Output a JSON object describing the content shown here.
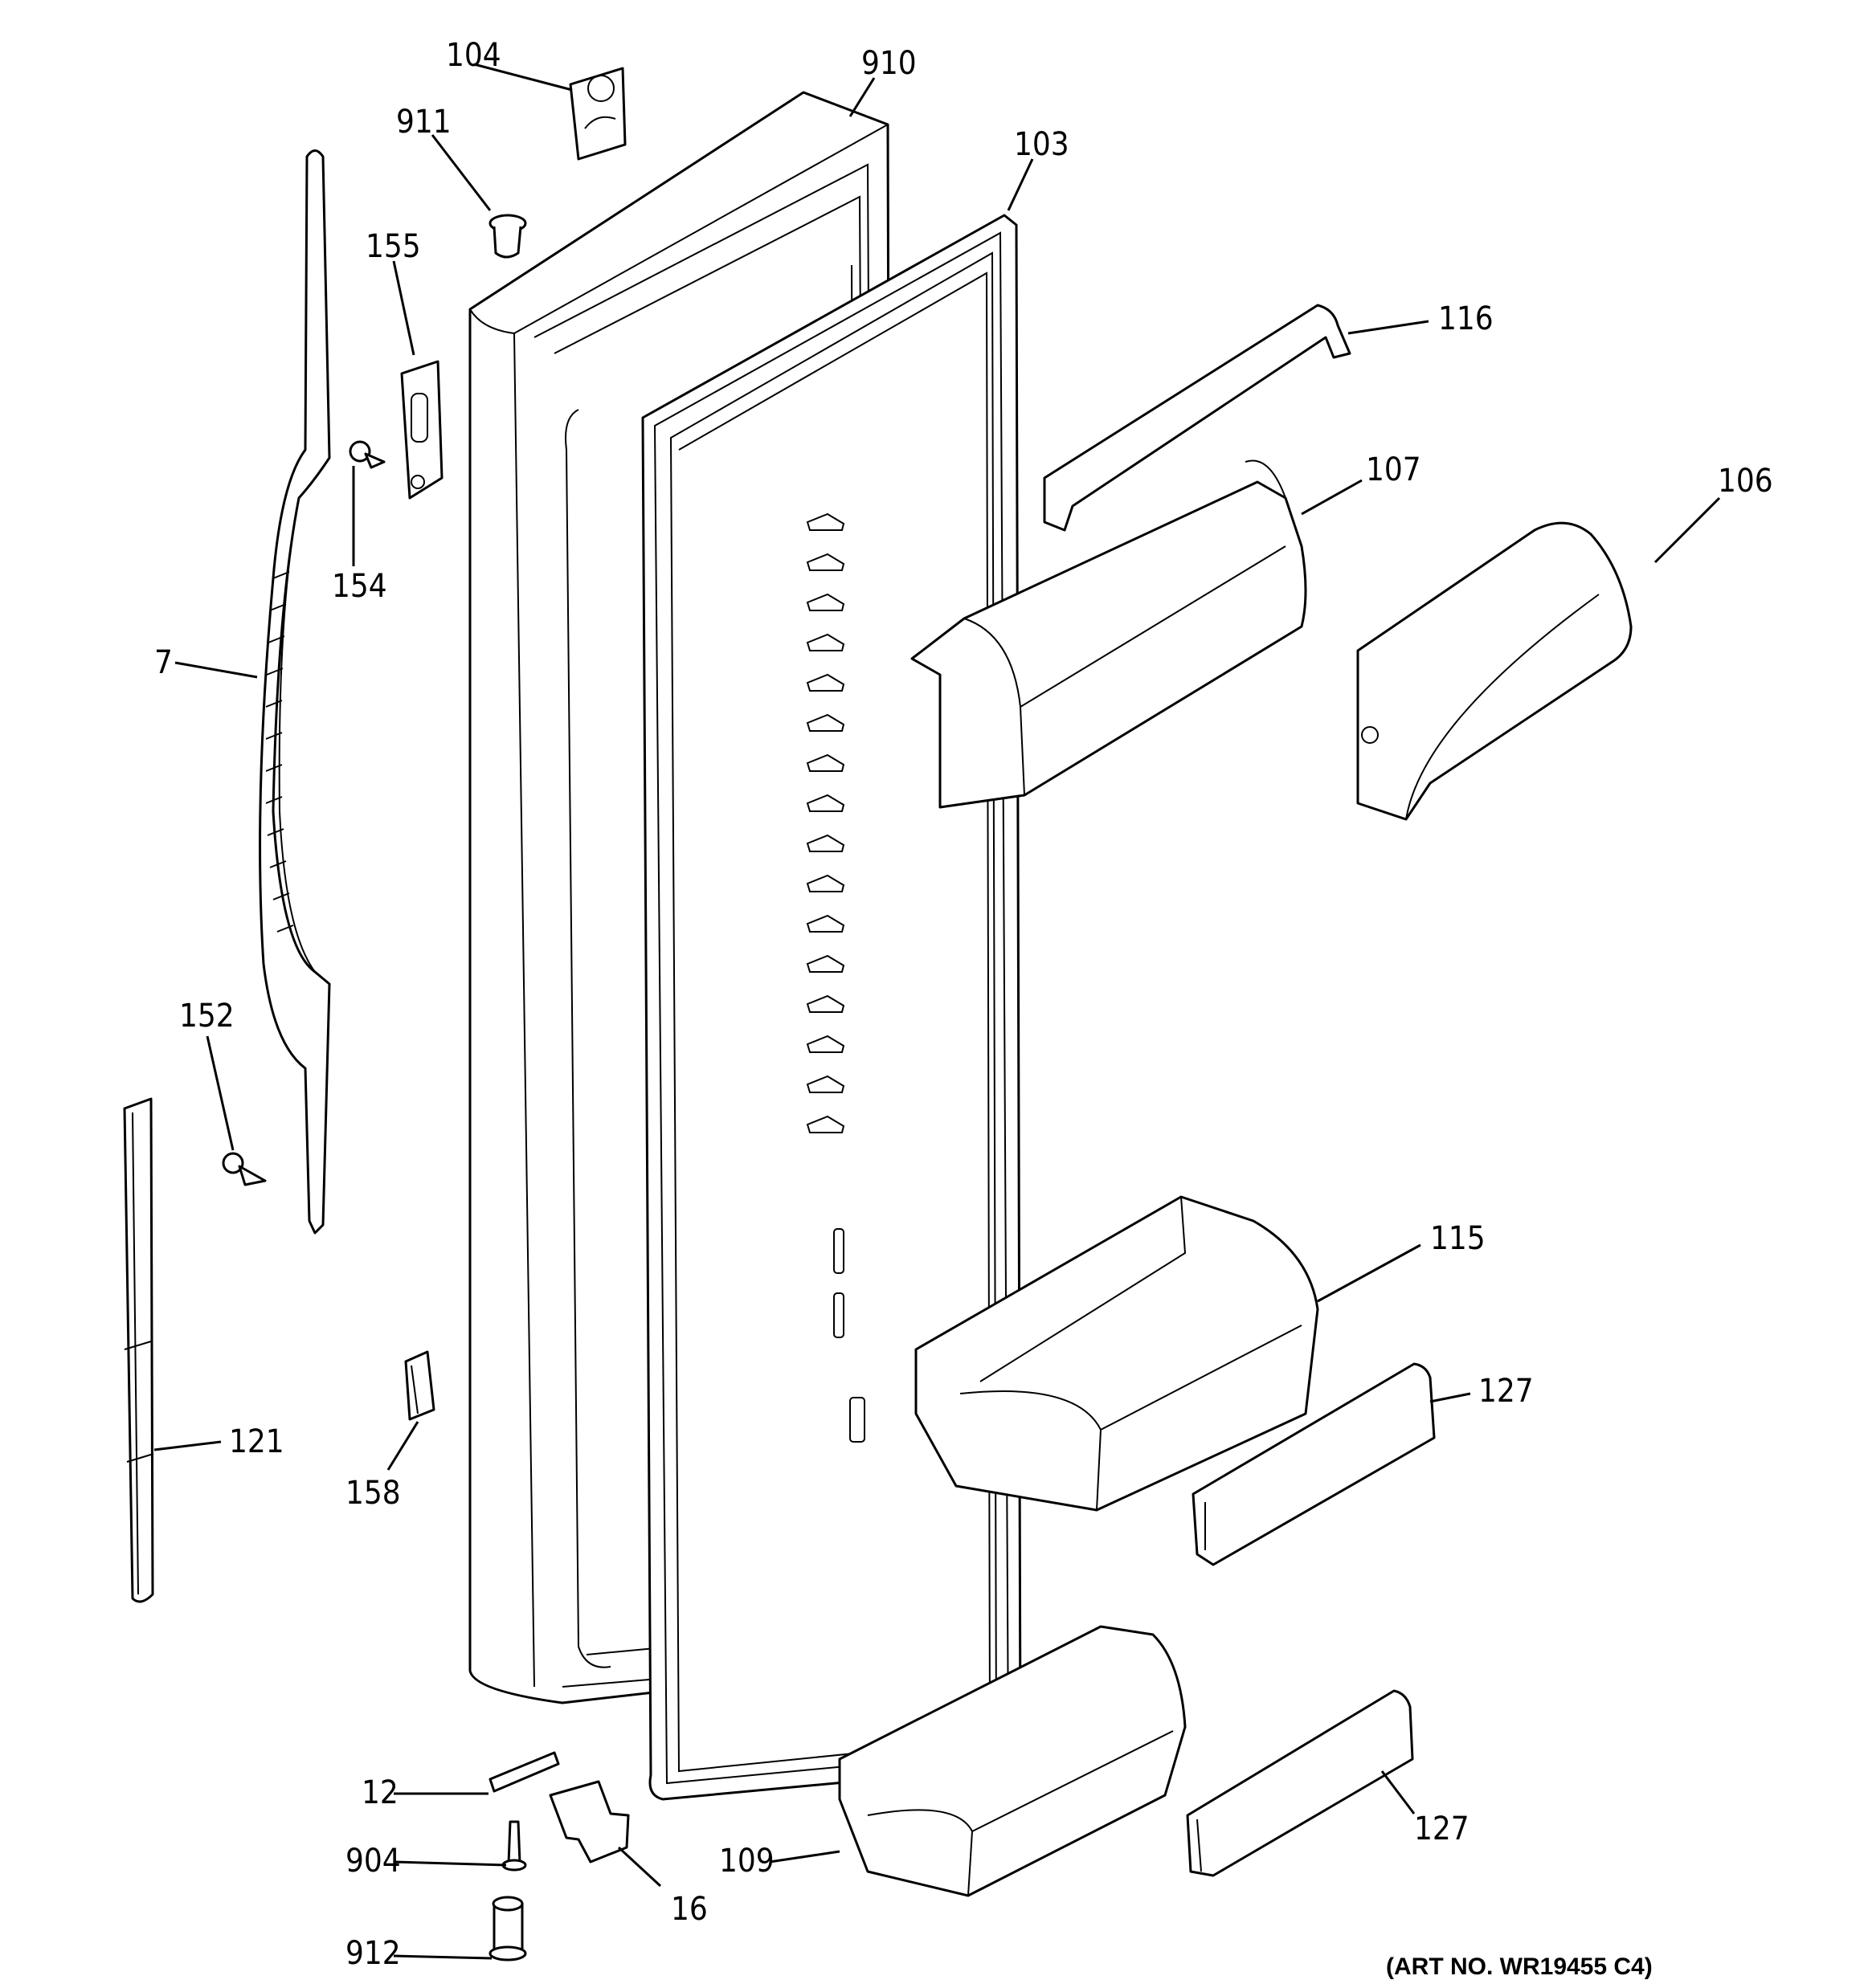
{
  "diagram": {
    "art_number": "(ART NO. WR19455 C4)",
    "callouts": [
      {
        "id": "c104",
        "label": "104"
      },
      {
        "id": "c910",
        "label": "910"
      },
      {
        "id": "c911",
        "label": "911"
      },
      {
        "id": "c103",
        "label": "103"
      },
      {
        "id": "c155",
        "label": "155"
      },
      {
        "id": "c116",
        "label": "116"
      },
      {
        "id": "c107",
        "label": "107"
      },
      {
        "id": "c106",
        "label": "106"
      },
      {
        "id": "c154",
        "label": "154"
      },
      {
        "id": "c7",
        "label": "7"
      },
      {
        "id": "c152",
        "label": "152"
      },
      {
        "id": "c115",
        "label": "115"
      },
      {
        "id": "c127a",
        "label": "127"
      },
      {
        "id": "c121",
        "label": "121"
      },
      {
        "id": "c158",
        "label": "158"
      },
      {
        "id": "c12",
        "label": "12"
      },
      {
        "id": "c904",
        "label": "904"
      },
      {
        "id": "c16",
        "label": "16"
      },
      {
        "id": "c109",
        "label": "109"
      },
      {
        "id": "c127b",
        "label": "127"
      },
      {
        "id": "c912",
        "label": "912"
      }
    ]
  }
}
